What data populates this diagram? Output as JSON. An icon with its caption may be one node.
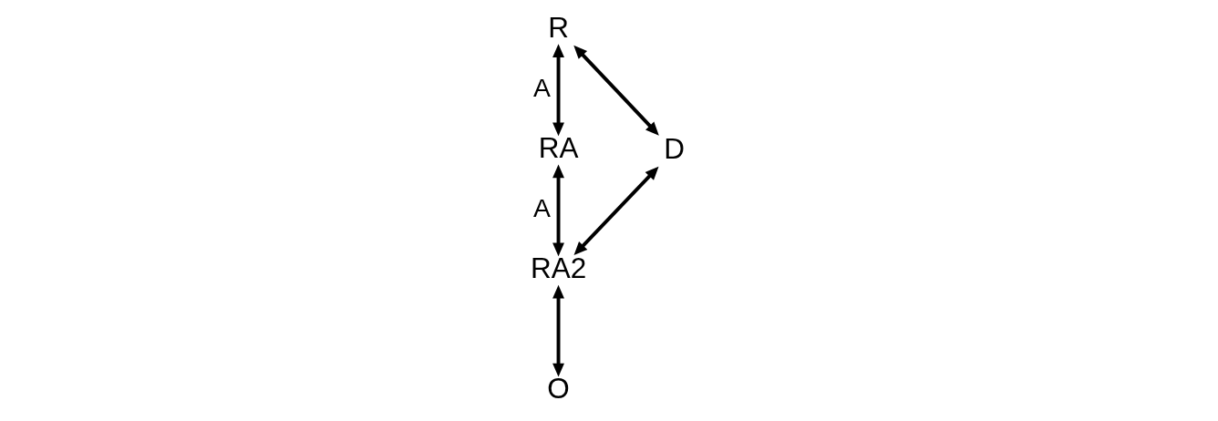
{
  "diagram": {
    "nodes": [
      {
        "text": [
          "R"
        ]
      },
      {
        "text": [
          "RA"
        ]
      },
      {
        "text": [
          "RA2"
        ]
      },
      {
        "text": [
          "O"
        ]
      },
      {
        "text": [
          "D"
        ]
      }
    ],
    "edges": [
      {
        "from": 0,
        "to": 1,
        "arrow": "both",
        "label": "A"
      },
      {
        "from": 1,
        "to": 2,
        "arrow": "both",
        "label": "A"
      },
      {
        "from": 2,
        "to": 3,
        "arrow": "both"
      },
      {
        "from": 0,
        "to": 4,
        "arrow": "both"
      },
      {
        "from": 2,
        "to": 4,
        "arrow": "both"
      }
    ]
  }
}
